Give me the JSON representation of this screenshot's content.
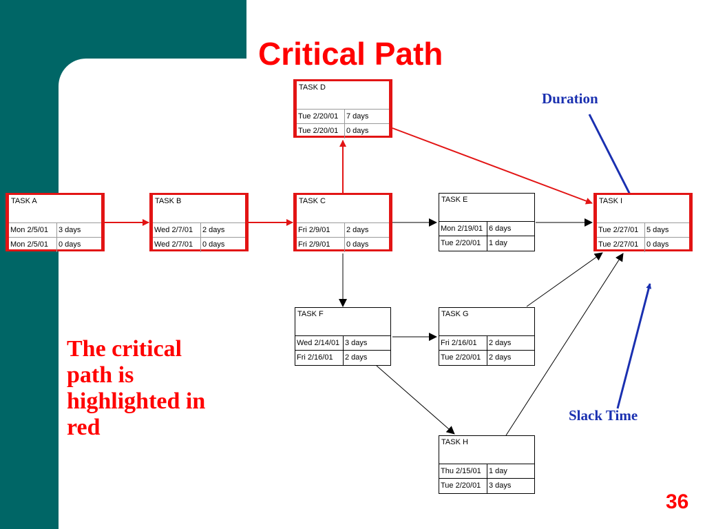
{
  "title": "Critical Path",
  "tasks": {
    "a": {
      "name": "TASK A",
      "start": "Mon 2/5/01",
      "duration": "3 days",
      "finish": "Mon 2/5/01",
      "slack": "0 days"
    },
    "b": {
      "name": "TASK B",
      "start": "Wed 2/7/01",
      "duration": "2 days",
      "finish": "Wed 2/7/01",
      "slack": "0 days"
    },
    "c": {
      "name": "TASK C",
      "start": "Fri 2/9/01",
      "duration": "2 days",
      "finish": "Fri 2/9/01",
      "slack": "0 days"
    },
    "d": {
      "name": "TASK D",
      "start": "Tue 2/20/01",
      "duration": "7 days",
      "finish": "Tue 2/20/01",
      "slack": "0 days"
    },
    "e": {
      "name": "TASK E",
      "start": "Mon 2/19/01",
      "duration": "6 days",
      "finish": "Tue 2/20/01",
      "slack": "1 day"
    },
    "f": {
      "name": "TASK F",
      "start": "Wed 2/14/01",
      "duration": "3 days",
      "finish": "Fri 2/16/01",
      "slack": "2 days"
    },
    "g": {
      "name": "TASK G",
      "start": "Fri 2/16/01",
      "duration": "2 days",
      "finish": "Tue 2/20/01",
      "slack": "2 days"
    },
    "h": {
      "name": "TASK H",
      "start": "Thu 2/15/01",
      "duration": "1 day",
      "finish": "Tue 2/20/01",
      "slack": "3 days"
    },
    "i": {
      "name": "TASK I",
      "start": "Tue 2/27/01",
      "duration": "5 days",
      "finish": "Tue 2/27/01",
      "slack": "0 days"
    }
  },
  "note": "The critical path is highlighted in red",
  "labels": {
    "duration": "Duration",
    "slack": "Slack Time"
  },
  "page_number": "36",
  "colors": {
    "critical": "#e21414",
    "annotation": "#1a30b0",
    "teal": "#006666"
  }
}
